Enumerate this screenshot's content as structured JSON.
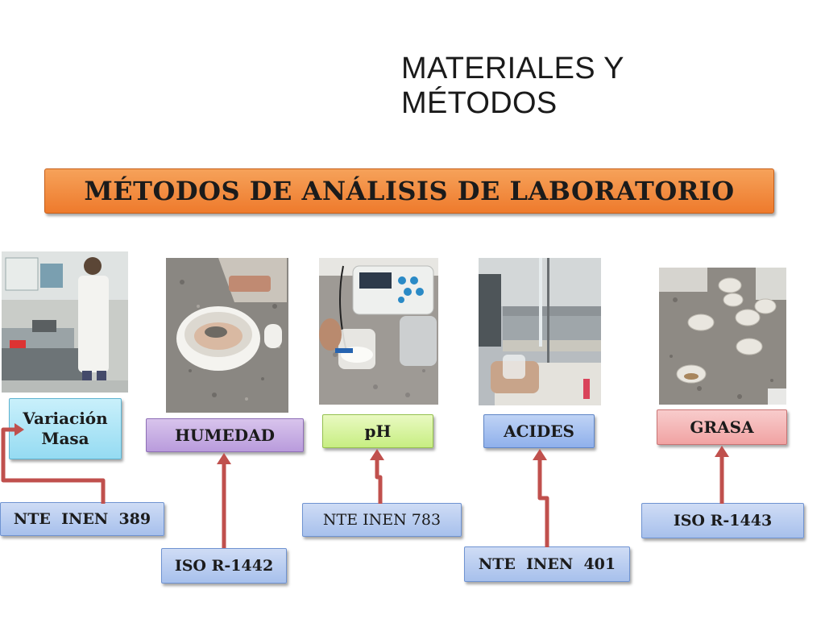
{
  "slide": {
    "title": "MATERIALES Y MÉTODOS",
    "banner": "MÉTODOS DE ANÁLISIS DE LABORATORIO"
  },
  "labels": {
    "variacion_line1": "Variación",
    "variacion_line2": "Masa",
    "humedad": "HUMEDAD",
    "ph": "pH",
    "acides": "ACIDES",
    "grasa": "GRASA"
  },
  "norms": {
    "variacion": "NTE  INEN  389",
    "humedad": "ISO R-1442",
    "ph": "NTE INEN 783",
    "acides": "NTE  INEN  401",
    "grasa": "ISO R-1443"
  },
  "colors": {
    "banner": "#ee7a2c",
    "arrow": "#c0504d"
  }
}
